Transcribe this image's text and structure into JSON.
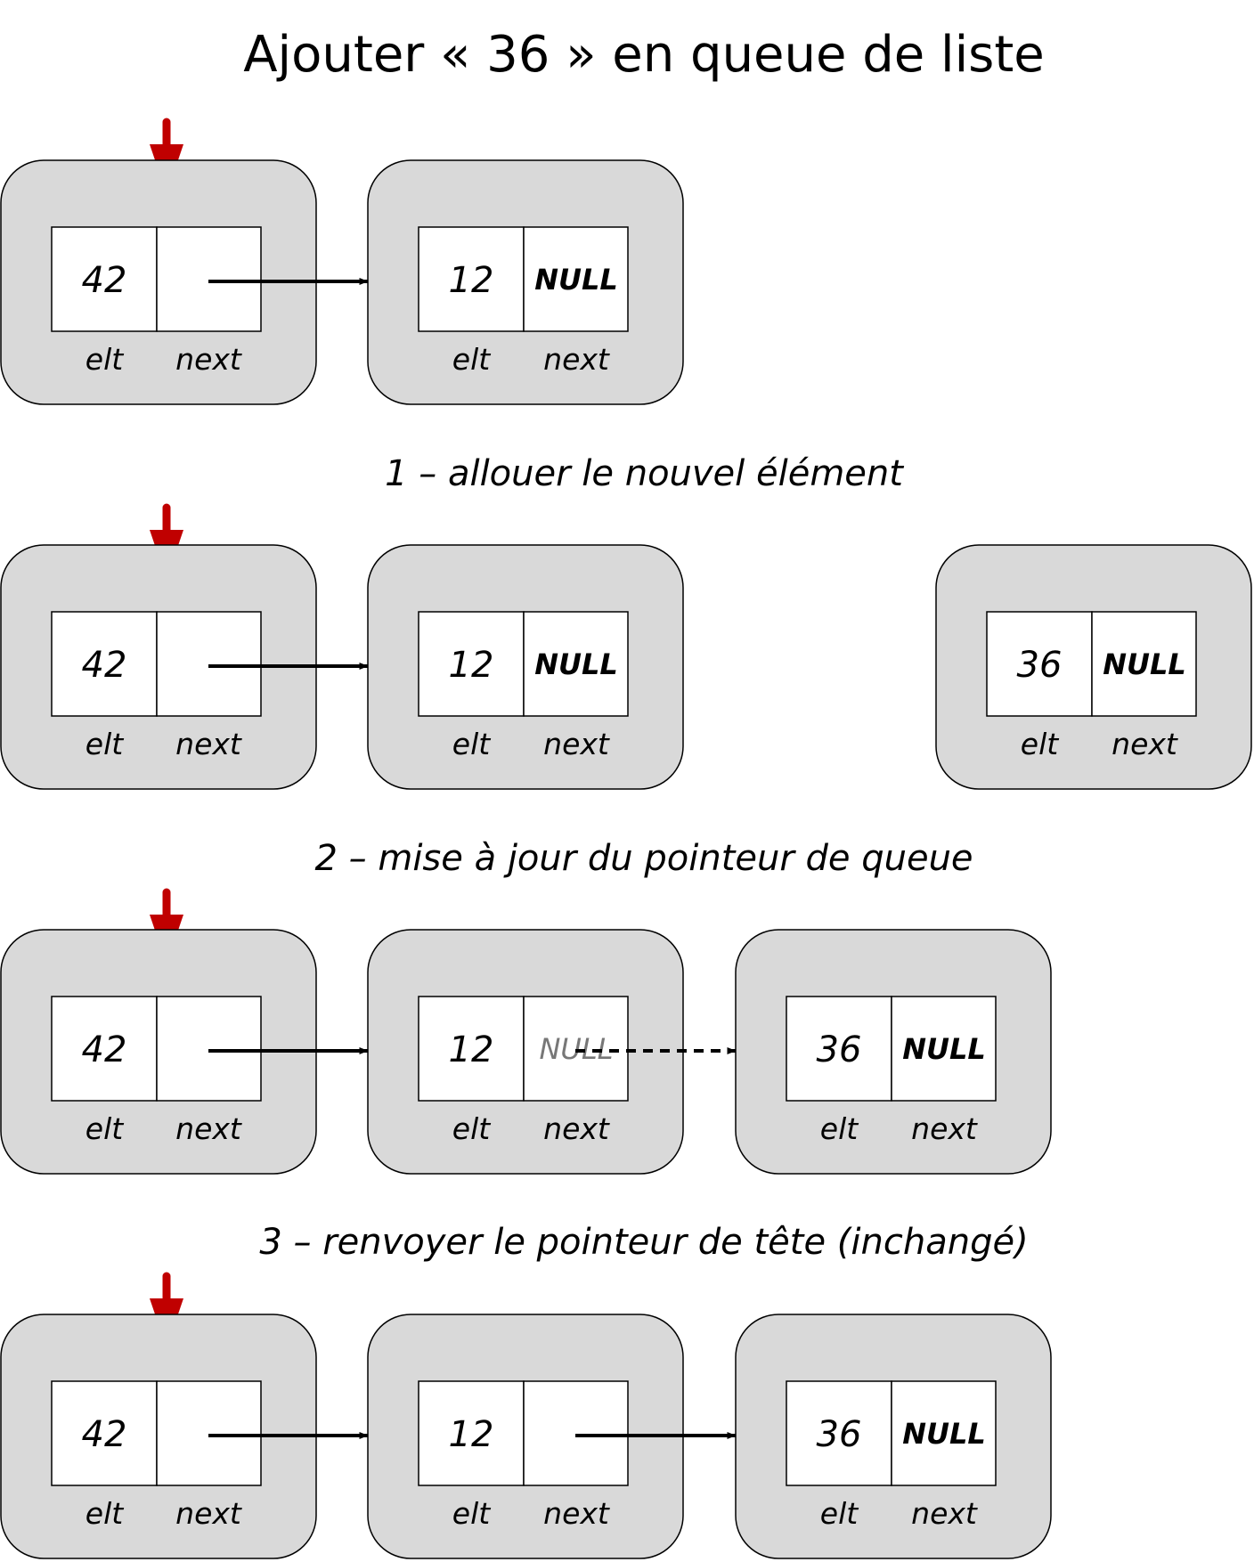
{
  "title": "Ajouter « 36 » en queue de liste",
  "field_labels": {
    "elt": "elt",
    "next": "next"
  },
  "rows": [
    {
      "caption": "",
      "nodes": [
        {
          "elt": "42",
          "next": ""
        },
        {
          "elt": "12",
          "next": "NULL"
        }
      ]
    },
    {
      "caption": "1 – allouer le nouvel élément",
      "nodes": [
        {
          "elt": "42",
          "next": ""
        },
        {
          "elt": "12",
          "next": "NULL"
        },
        {
          "elt": "36",
          "next": "NULL"
        }
      ]
    },
    {
      "caption": "2 – mise à jour du pointeur de queue",
      "nodes": [
        {
          "elt": "42",
          "next": ""
        },
        {
          "elt": "12",
          "next": "NULL",
          "next_replaced": true
        },
        {
          "elt": "36",
          "next": "NULL"
        }
      ]
    },
    {
      "caption": "3 – renvoyer le pointeur de tête (inchangé)",
      "nodes": [
        {
          "elt": "42",
          "next": ""
        },
        {
          "elt": "12",
          "next": ""
        },
        {
          "elt": "36",
          "next": "NULL"
        }
      ]
    }
  ],
  "colors": {
    "node_fill": "#d9d9d9",
    "head_arrow": "#c00000",
    "link_arrow": "#000000",
    "replaced_text": "#777777"
  }
}
